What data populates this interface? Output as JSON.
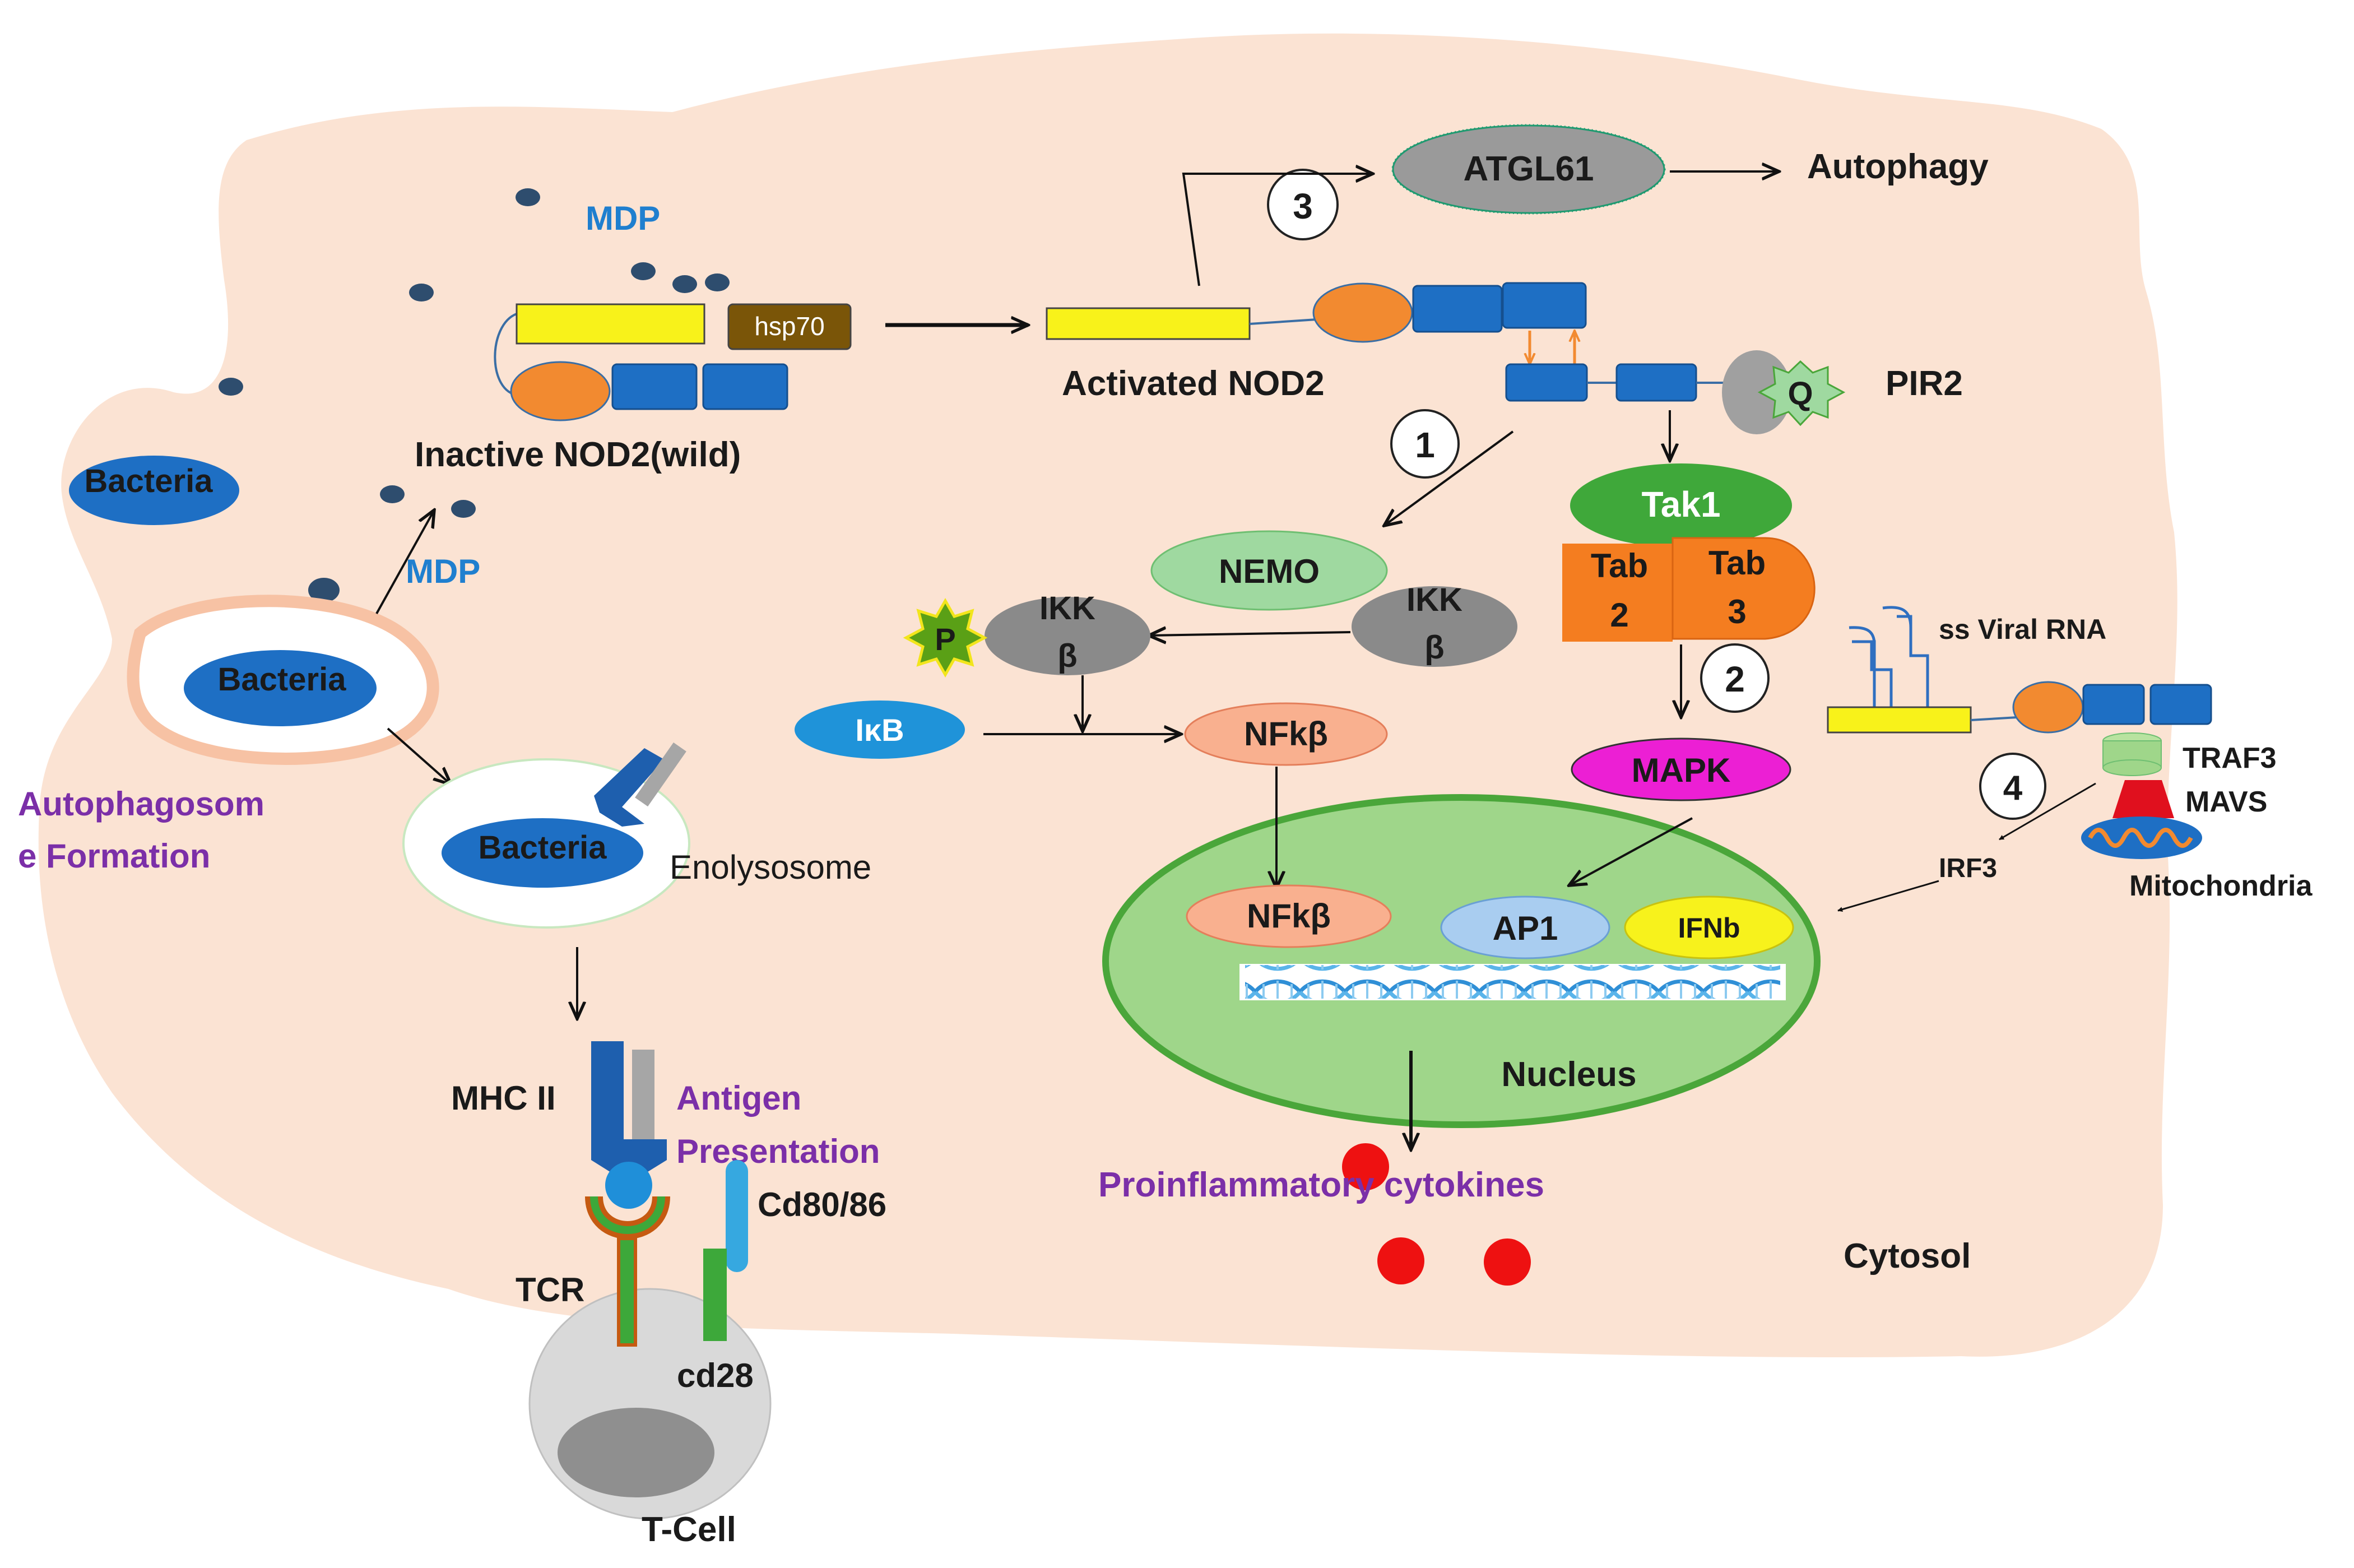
{
  "labels": {
    "mdp_top": "MDP",
    "mdp_left": "MDP",
    "hsp70": "hsp70",
    "inactive_nod2": "Inactive NOD2(wild)",
    "activated_nod2": "Activated  NOD2",
    "atgl61": "ATGL61",
    "autophagy": "Autophagy",
    "pir2": "PIR2",
    "q": "Q",
    "tak1": "Tak1",
    "tab2_line1": "Tab",
    "tab2_line2": "2",
    "tab3_line1": "Tab",
    "tab3_line2": "3",
    "nemo": "NEMO",
    "ikk_line1": "IKK",
    "ikk_line2": "β",
    "ikk2_line1": "IKK",
    "ikk2_line2": "β",
    "p": "P",
    "ikb": "IκB",
    "nfkb_cyto": "NFkβ",
    "nfkb_nuc": "NFkβ",
    "mapk": "MAPK",
    "ap1": "AP1",
    "ifnb": "IFNb",
    "nucleus": "Nucleus",
    "ss_viral_rna": "ss Viral RNA",
    "traf3": "TRAF3",
    "mavs": "MAVS",
    "mitochondria": "Mitochondria",
    "irf3": "IRF3",
    "bacteria_free": "Bacteria",
    "bacteria_phago": "Bacteria",
    "bacteria_endo": "Bacteria",
    "enolysosome": "Enolysosome",
    "autophagosome_line1": "Autophagosom",
    "autophagosome_line2": "e Formation",
    "mhc2": "MHC II",
    "antigen_line1": "Antigen",
    "antigen_line2": "Presentation",
    "cd8086": "Cd80/86",
    "tcr": "TCR",
    "cd28": "cd28",
    "tcell": "T-Cell",
    "proinflammatory": "Proinflammatory  cytokines",
    "cytosol": "Cytosol"
  },
  "steps": [
    "1",
    "2",
    "3",
    "4"
  ],
  "colors": {
    "cytoplasm": "#fbe3d3",
    "nod2_blue": "#1e6fc4",
    "nod2_orange": "#f28a30",
    "nod2_yellow": "#f8f21a",
    "hsp70": "#7a5508",
    "nucleus": "#9fd68a",
    "nucleus_edge": "#4aa63a",
    "tak1": "#3fa83a",
    "tab": "#f47d20",
    "nemo": "#9fd9a0",
    "ikk": "#8a8a8a",
    "p_star": "#5aa016",
    "ikb": "#1f93d9",
    "nfkb": "#f9b08f",
    "mapk": "#ec1fd4",
    "ap1": "#a9cdf0",
    "ifnb": "#f7f21c",
    "cytokine": "#ee1111",
    "tcell": "#d9d9d9",
    "mhc": "#1e5fae",
    "cd28": "#3da83a",
    "cd80": "#36a8e0",
    "tcr": "#c55a11",
    "label_purple": "#7b2fa8",
    "label_blue": "#1f7fcf"
  }
}
